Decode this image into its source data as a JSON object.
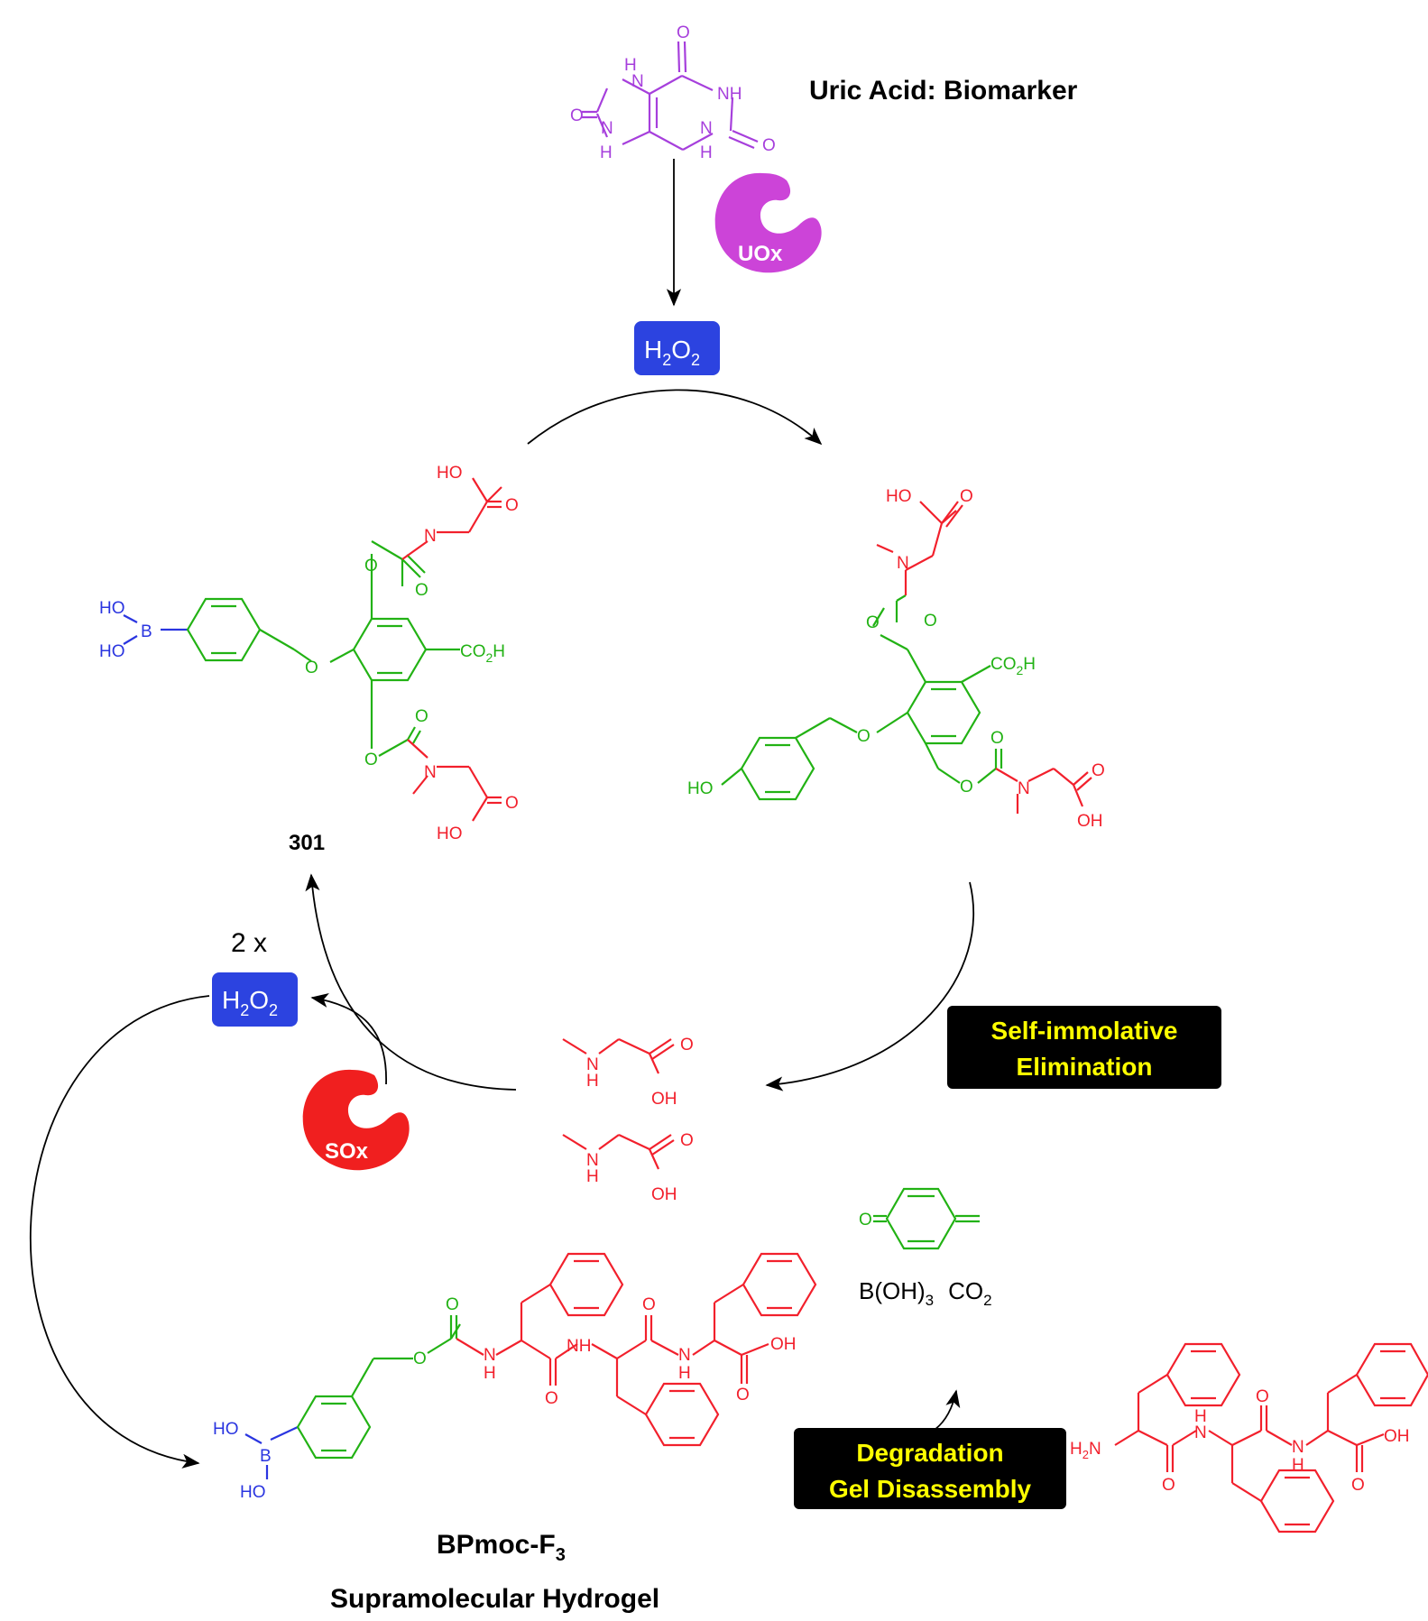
{
  "labels": {
    "uric_acid": "Uric Acid: Biomarker",
    "uox": "UOx",
    "sox": "SOx",
    "h2o2_top": {
      "h": "H",
      "sub1": "2",
      "o": "O",
      "sub2": "2"
    },
    "h2o2_left": {
      "h": "H",
      "sub1": "2",
      "o": "O",
      "sub2": "2"
    },
    "two_x": "2 x",
    "compound_301": "301",
    "self_immolative": [
      "Self-immolative",
      "Elimination"
    ],
    "degradation": [
      "Degradation",
      "Gel Disassembly"
    ],
    "byproducts": {
      "boric": "B(OH)",
      "boric_sub": "3",
      "co2": "CO",
      "co2_sub": "2"
    },
    "bpmoc": {
      "main": "BPmoc-F",
      "sub": "3"
    },
    "hydrogel": "Supramolecular Hydrogel"
  },
  "atoms": {
    "uric": {
      "o_top": "O",
      "nh_top": "H",
      "n_top": "N",
      "nh_right": "NH",
      "o_left": "O",
      "o_right": "O",
      "n_lb": "N",
      "h_lb": "H",
      "n_rb": "N",
      "h_rb": "H"
    },
    "c301": {
      "ho1": "HO",
      "ho2": "HO",
      "b": "B",
      "o_ether": "O",
      "co2h": "CO",
      "co2h_sub": "2",
      "co2h_h": "H",
      "o_carb1": "O",
      "o_carb1b": "O",
      "n1": "N",
      "ho_acid1": "HO",
      "o_acid1": "O",
      "o_carb2": "O",
      "o_carb2b": "O",
      "n2": "N",
      "o_acid2": "O",
      "ho_acid2": "HO"
    },
    "inter": {
      "ho_acid": "HO",
      "o_acid": "O",
      "n1": "N",
      "o_c1": "O",
      "o_c1b": "O",
      "co2h": "CO",
      "co2h_sub": "2",
      "co2h_h": "H",
      "o_eth": "O",
      "ho_phenol": "HO",
      "o_c2": "O",
      "o_c2b": "O",
      "n2": "N",
      "o_acid2": "O",
      "oh_acid2": "OH"
    },
    "sarc": {
      "n": "N",
      "h": "H",
      "o": "O",
      "oh": "OH"
    },
    "qm": {
      "o": "O"
    },
    "bpmoc": {
      "ho1": "HO",
      "b": "B",
      "ho2": "HO",
      "o_est": "O",
      "o_carb": "O",
      "n1": "N",
      "h1": "H",
      "nh2": "NH",
      "o_am1": "O",
      "o_am2": "O",
      "n3": "N",
      "h3": "H",
      "oh": "OH",
      "o_acid": "O"
    },
    "f3": {
      "h2n": "H",
      "h2n_sub": "2",
      "h2n_n": "N",
      "o1": "O",
      "n2": "N",
      "h2": "H",
      "o2": "O",
      "n3": "N",
      "h3": "H",
      "oh": "OH",
      "o_acid": "O"
    }
  },
  "colors": {
    "purple": "#a63fdc",
    "green": "#22b214",
    "red": "#f2202c",
    "blue": "#2a35e0",
    "h2o2_box": "#2c43e0",
    "uox": "#cc44d8",
    "sox": "#f01f1f",
    "label_box": "#000000",
    "label_text": "#ffff00"
  }
}
